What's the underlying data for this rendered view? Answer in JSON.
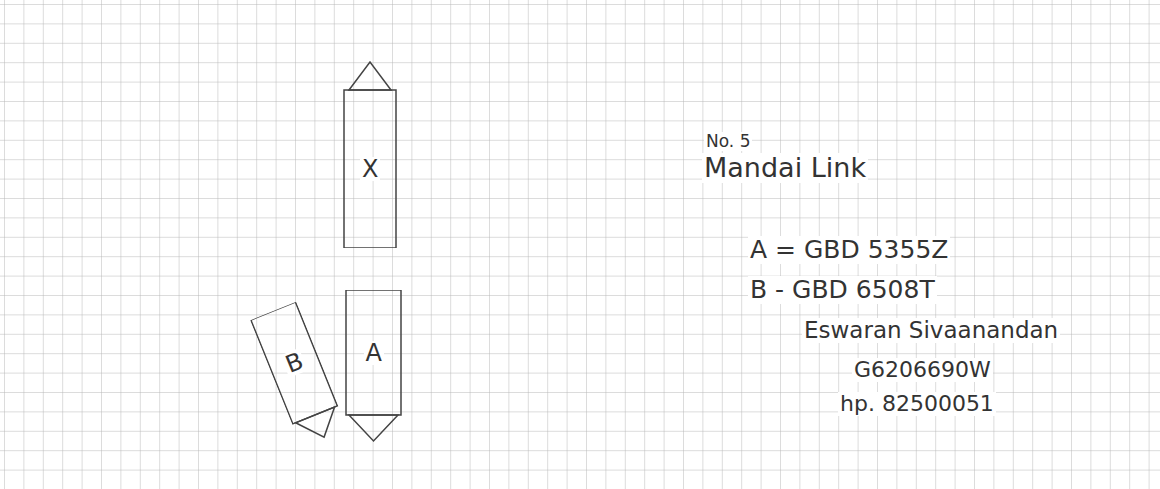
{
  "diagram": {
    "nodes": [
      {
        "text": [
          "X"
        ]
      },
      {
        "text": [
          "A"
        ]
      },
      {
        "text": [
          "B"
        ]
      }
    ],
    "labels": [
      "No. 5",
      "Mandai Link",
      "A = GBD 5355Z",
      "B - GBD 6508T",
      "Eswaran Sivaanandan",
      "G6206690W",
      "hp. 82500051"
    ]
  }
}
